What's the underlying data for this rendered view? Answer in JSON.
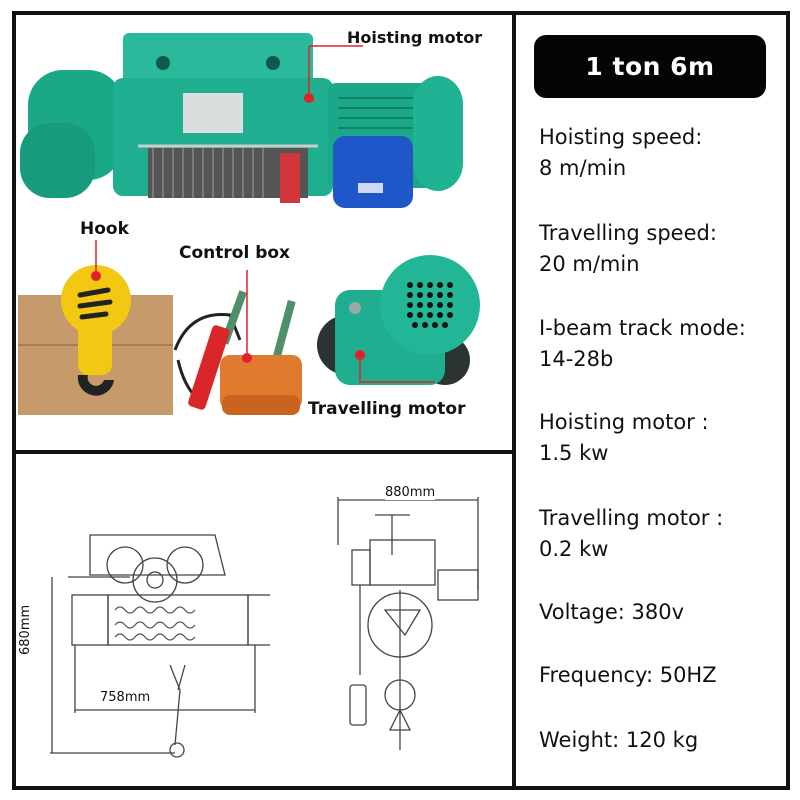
{
  "header": {
    "title": "1 ton 6m"
  },
  "specs": [
    {
      "label": "Hoisting speed:",
      "value": "8 m/min"
    },
    {
      "label": "Travelling speed:",
      "value": "20 m/min"
    },
    {
      "label": "I-beam track mode:",
      "value": "14-28b"
    },
    {
      "label": "Hoisting motor :",
      "value": "1.5 kw"
    },
    {
      "label": "Travelling motor :",
      "value": "0.2 kw"
    },
    {
      "label": "Voltage: 380v"
    },
    {
      "label": "Frequency: 50HZ"
    },
    {
      "label": "Weight: 120 kg"
    }
  ],
  "photo": {
    "callouts": {
      "hoisting_motor": "Hoisting motor",
      "hook": "Hook",
      "control_box": "Control box",
      "travelling_motor": "Travelling motor"
    },
    "colors": {
      "body": "#1aa889",
      "motor_cover": "#1f57c9",
      "hook": "#f2c812",
      "control_box": "#e07a2e",
      "pendant": "#d8262b",
      "callout_line": "#e0202a"
    }
  },
  "drawing": {
    "front_width": "758mm",
    "front_height": "680mm",
    "side_width": "880mm"
  }
}
